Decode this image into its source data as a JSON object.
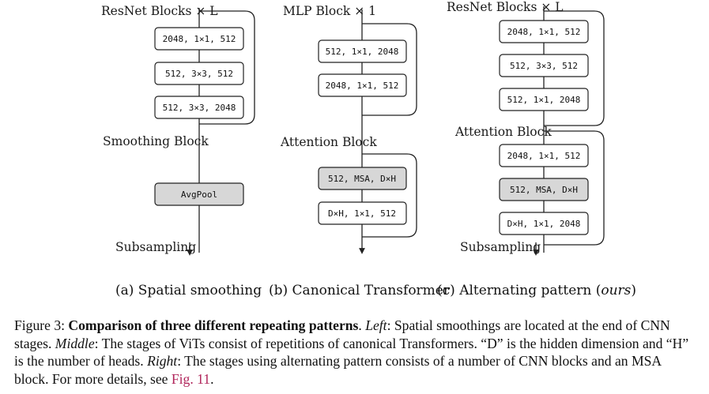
{
  "panels": {
    "a": {
      "top_label": "ResNet Blocks × L",
      "blocks": [
        "2048, 1×1, 512",
        "512, 3×3, 512",
        "512, 3×3, 2048"
      ],
      "mid_label": "Smoothing Block",
      "pool": "AvgPool",
      "bottom_label": "Subsampling",
      "subcaption": "(a) Spatial smoothing"
    },
    "b": {
      "top_label": "MLP Block × 1",
      "mlp_blocks": [
        "512, 1×1, 2048",
        "2048, 1×1, 512"
      ],
      "mid_label": "Attention Block",
      "attn_blocks": [
        "512, MSA, D×H",
        "D×H, 1×1, 512"
      ],
      "subcaption": "(b) Canonical Transformer"
    },
    "c": {
      "top_label": "ResNet Blocks × L",
      "res_blocks": [
        "2048, 1×1, 512",
        "512, 3×3, 512",
        "512, 1×1, 2048"
      ],
      "mid_label": "Attention Block",
      "attn_blocks": [
        "2048, 1×1, 512",
        "512, MSA, D×H",
        "D×H, 1×1, 2048"
      ],
      "bottom_label": "Subsampling",
      "subcaption_prefix": "(c) Alternating pattern (",
      "subcaption_ours": "ours",
      "subcaption_suffix": ")"
    }
  },
  "caption": {
    "prefix": "Figure 3: ",
    "title": "Comparison of three different repeating patterns",
    "dot": ". ",
    "left_label": "Left",
    "left_text": ": Spatial smoothings are located at the end of CNN stages. ",
    "middle_label": "Middle",
    "middle_text": ": The stages of ViTs consist of repetitions of canonical Transformers. “D” is the hidden dimension and “H” is the number of heads. ",
    "right_label": "Right",
    "right_text": ": The stages using alternating pattern consists of a number of CNN blocks and an MSA block. For more details, see ",
    "ref": "Fig. 11",
    "end": "."
  },
  "colors": {
    "gray_block": "#d7d7d7",
    "ref_link": "#b0245a"
  }
}
